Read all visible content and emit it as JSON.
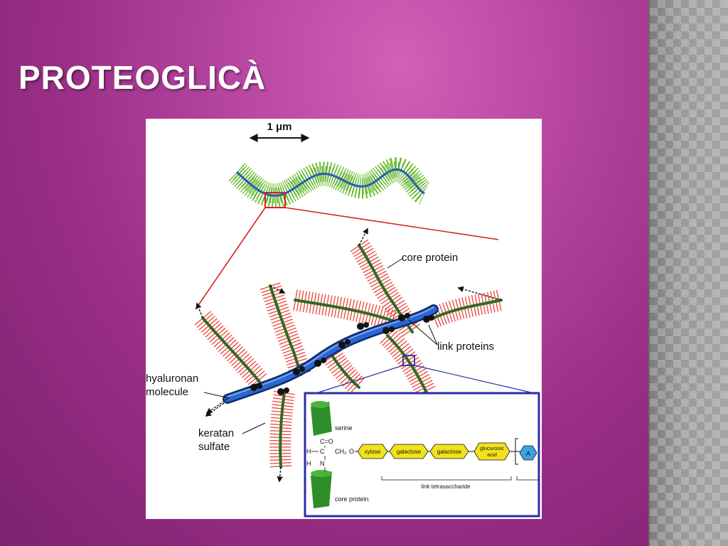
{
  "slide": {
    "title": "PROTEOGLICÀ"
  },
  "figure": {
    "scale_label": "1 μm",
    "labels": {
      "core_protein": "core protein",
      "link_proteins": "link proteins",
      "hyaluronan_line1": "hyaluronan",
      "hyaluronan_line2": "molecule",
      "keratan_line1": "keratan",
      "keratan_line2": "sulfate"
    },
    "inset": {
      "serine": "serine",
      "carbonyl": "C=O",
      "h_left": "H",
      "c_center": "C",
      "ch2": "CH₂",
      "o_link": "O",
      "h_n": "H",
      "n_label": "N",
      "core_protein": "core protein",
      "link_tetrasaccharide": "link tetrasaccharide",
      "sugars": [
        "xylose",
        "galactose",
        "galactose"
      ],
      "glucuronic_line1": "glucuronic",
      "glucuronic_line2": "acid",
      "hex_a": "A"
    },
    "colors": {
      "aggregate_green": "#6cc02f",
      "hyaluronan_blue": "#1f52b5",
      "keratan_red": "#e8443a",
      "core_green": "#2e6b22",
      "zoom_red": "#d3241c",
      "zoom_blue": "#2c2ca8",
      "sugar_yellow": "#f2e21b",
      "hex_blue": "#3aa3e6"
    }
  }
}
